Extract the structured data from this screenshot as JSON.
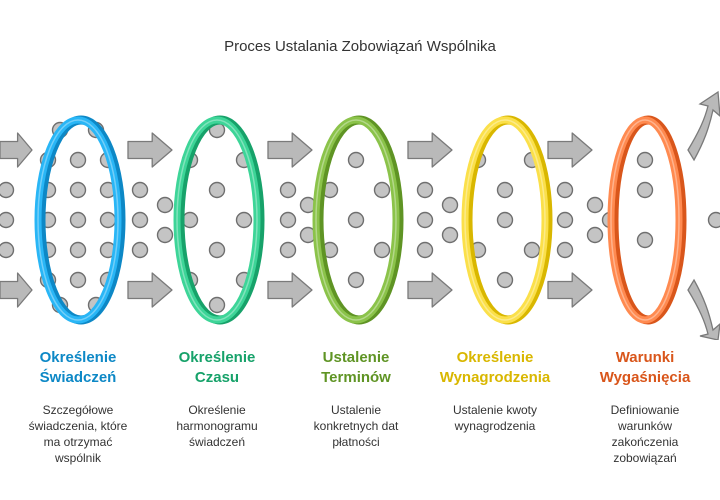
{
  "title": "Proces Ustalania Zobowiązań Wspólnika",
  "colors": {
    "particle_fill": "#c4c4c4",
    "particle_stroke": "#6f6f6f",
    "arrow_fill": "#b9b9b9",
    "arrow_stroke": "#7a7a7a"
  },
  "stages": [
    {
      "label": "Określenie Świadczeń",
      "lines": [
        "Określenie",
        "Świadczeń"
      ],
      "description": "Szczegółowe świadczenia, które ma otrzymać wspólnik",
      "color": "#29b6f6",
      "dark": "#0d88c6",
      "icon": "blue-ring-icon"
    },
    {
      "label": "Określenie Czasu",
      "lines": [
        "Określenie",
        "Czasu"
      ],
      "description": "Określenie harmonogramu świadczeń",
      "color": "#3dd598",
      "dark": "#17a26a",
      "icon": "green-ring-icon"
    },
    {
      "label": "Ustalenie Terminów",
      "lines": [
        "Ustalenie",
        "Terminów"
      ],
      "description": "Ustalenie konkretnych dat płatności",
      "color": "#8bc34a",
      "dark": "#5f9424",
      "icon": "lime-ring-icon"
    },
    {
      "label": "Określenie Wynagrodzenia",
      "lines": [
        "Określenie",
        "Wynagrodzenia"
      ],
      "description": "Ustalenie kwoty wynagrodzenia",
      "color": "#fbe04a",
      "dark": "#d9b700",
      "icon": "yellow-ring-icon"
    },
    {
      "label": "Warunki Wygaśnięcia",
      "lines": [
        "Warunki",
        "Wygaśnięcia"
      ],
      "description": "Definiowanie warunków zakończenia zobowiązań",
      "color": "#ff8a50",
      "dark": "#d9561b",
      "icon": "orange-ring-icon"
    }
  ]
}
